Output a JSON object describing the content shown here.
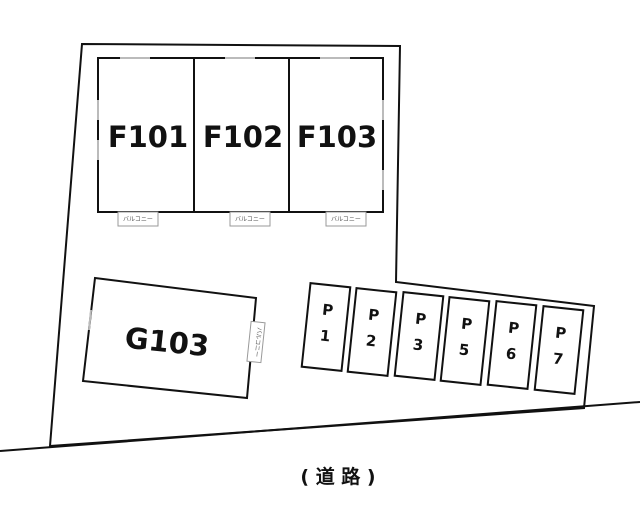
{
  "units": [
    {
      "id": "f101",
      "label": "F101"
    },
    {
      "id": "f102",
      "label": "F102"
    },
    {
      "id": "f103",
      "label": "F103"
    }
  ],
  "building_g": {
    "label": "G103"
  },
  "balcony_label": "バルコニー",
  "parking": [
    {
      "line1": "P",
      "line2": "1"
    },
    {
      "line1": "P",
      "line2": "2"
    },
    {
      "line1": "P",
      "line2": "3"
    },
    {
      "line1": "P",
      "line2": "5"
    },
    {
      "line1": "P",
      "line2": "6"
    },
    {
      "line1": "P",
      "line2": "7"
    }
  ],
  "road": {
    "label": "( 道 路 )"
  }
}
